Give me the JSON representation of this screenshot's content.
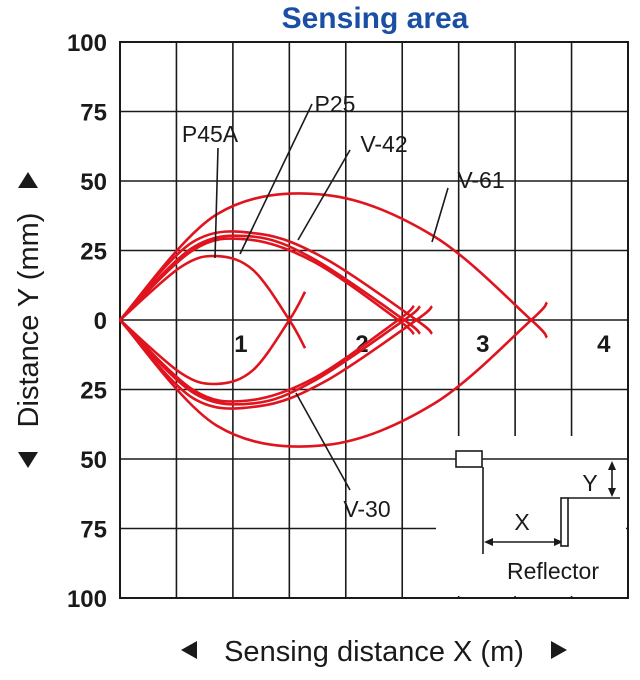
{
  "chart_data": {
    "type": "line",
    "title": "Sensing area",
    "xlabel": "Sensing distance X (m)",
    "ylabel": "Distance Y (mm)",
    "xlim": [
      0,
      4.2
    ],
    "ylim": [
      -100,
      100
    ],
    "x_ticks": [
      {
        "value": 1,
        "label": "1"
      },
      {
        "value": 2,
        "label": "2"
      },
      {
        "value": 3,
        "label": "3"
      },
      {
        "value": 4,
        "label": "4"
      }
    ],
    "y_ticks": [
      {
        "value": 100,
        "label": "100"
      },
      {
        "value": 75,
        "label": "75"
      },
      {
        "value": 50,
        "label": "50"
      },
      {
        "value": 25,
        "label": "25"
      },
      {
        "value": 0,
        "label": "0"
      },
      {
        "value": -25,
        "label": "25"
      },
      {
        "value": -50,
        "label": "50"
      },
      {
        "value": -75,
        "label": "75"
      },
      {
        "value": -100,
        "label": "100"
      }
    ],
    "grid": true,
    "series": [
      {
        "name": "P45A",
        "x": [
          0,
          0.5,
          0.8,
          1.1,
          1.4
        ],
        "y": [
          0,
          19,
          23,
          18,
          0
        ],
        "cross": 1.39
      },
      {
        "name": "P25",
        "x": [
          0,
          0.6,
          1.05,
          1.6,
          2.3
        ],
        "y": [
          0,
          25,
          29,
          21,
          0
        ],
        "cross": 2.25
      },
      {
        "name": "V-42",
        "x": [
          0,
          0.6,
          1.15,
          1.7,
          2.45
        ],
        "y": [
          0,
          28,
          31,
          22,
          0
        ],
        "cross": 2.4
      },
      {
        "name": "V-30",
        "x": [
          0,
          0.6,
          1.1,
          1.6,
          2.35
        ],
        "y": [
          0,
          26,
          30,
          22,
          0
        ],
        "cross": 2.35
      },
      {
        "name": "V-61",
        "x": [
          0,
          0.8,
          1.7,
          2.6,
          3.4
        ],
        "y": [
          0,
          38,
          45,
          30,
          0
        ],
        "cross": 3.4
      }
    ],
    "callouts": {
      "p45a": "P45A",
      "p25": "P25",
      "v42": "V-42",
      "v61": "V-61",
      "v30": "V-30"
    }
  },
  "inset": {
    "label_x": "X",
    "label_y": "Y",
    "label_reflector": "Reflector"
  },
  "colors": {
    "curve": "#e0141e",
    "title": "#1a4fa3"
  }
}
